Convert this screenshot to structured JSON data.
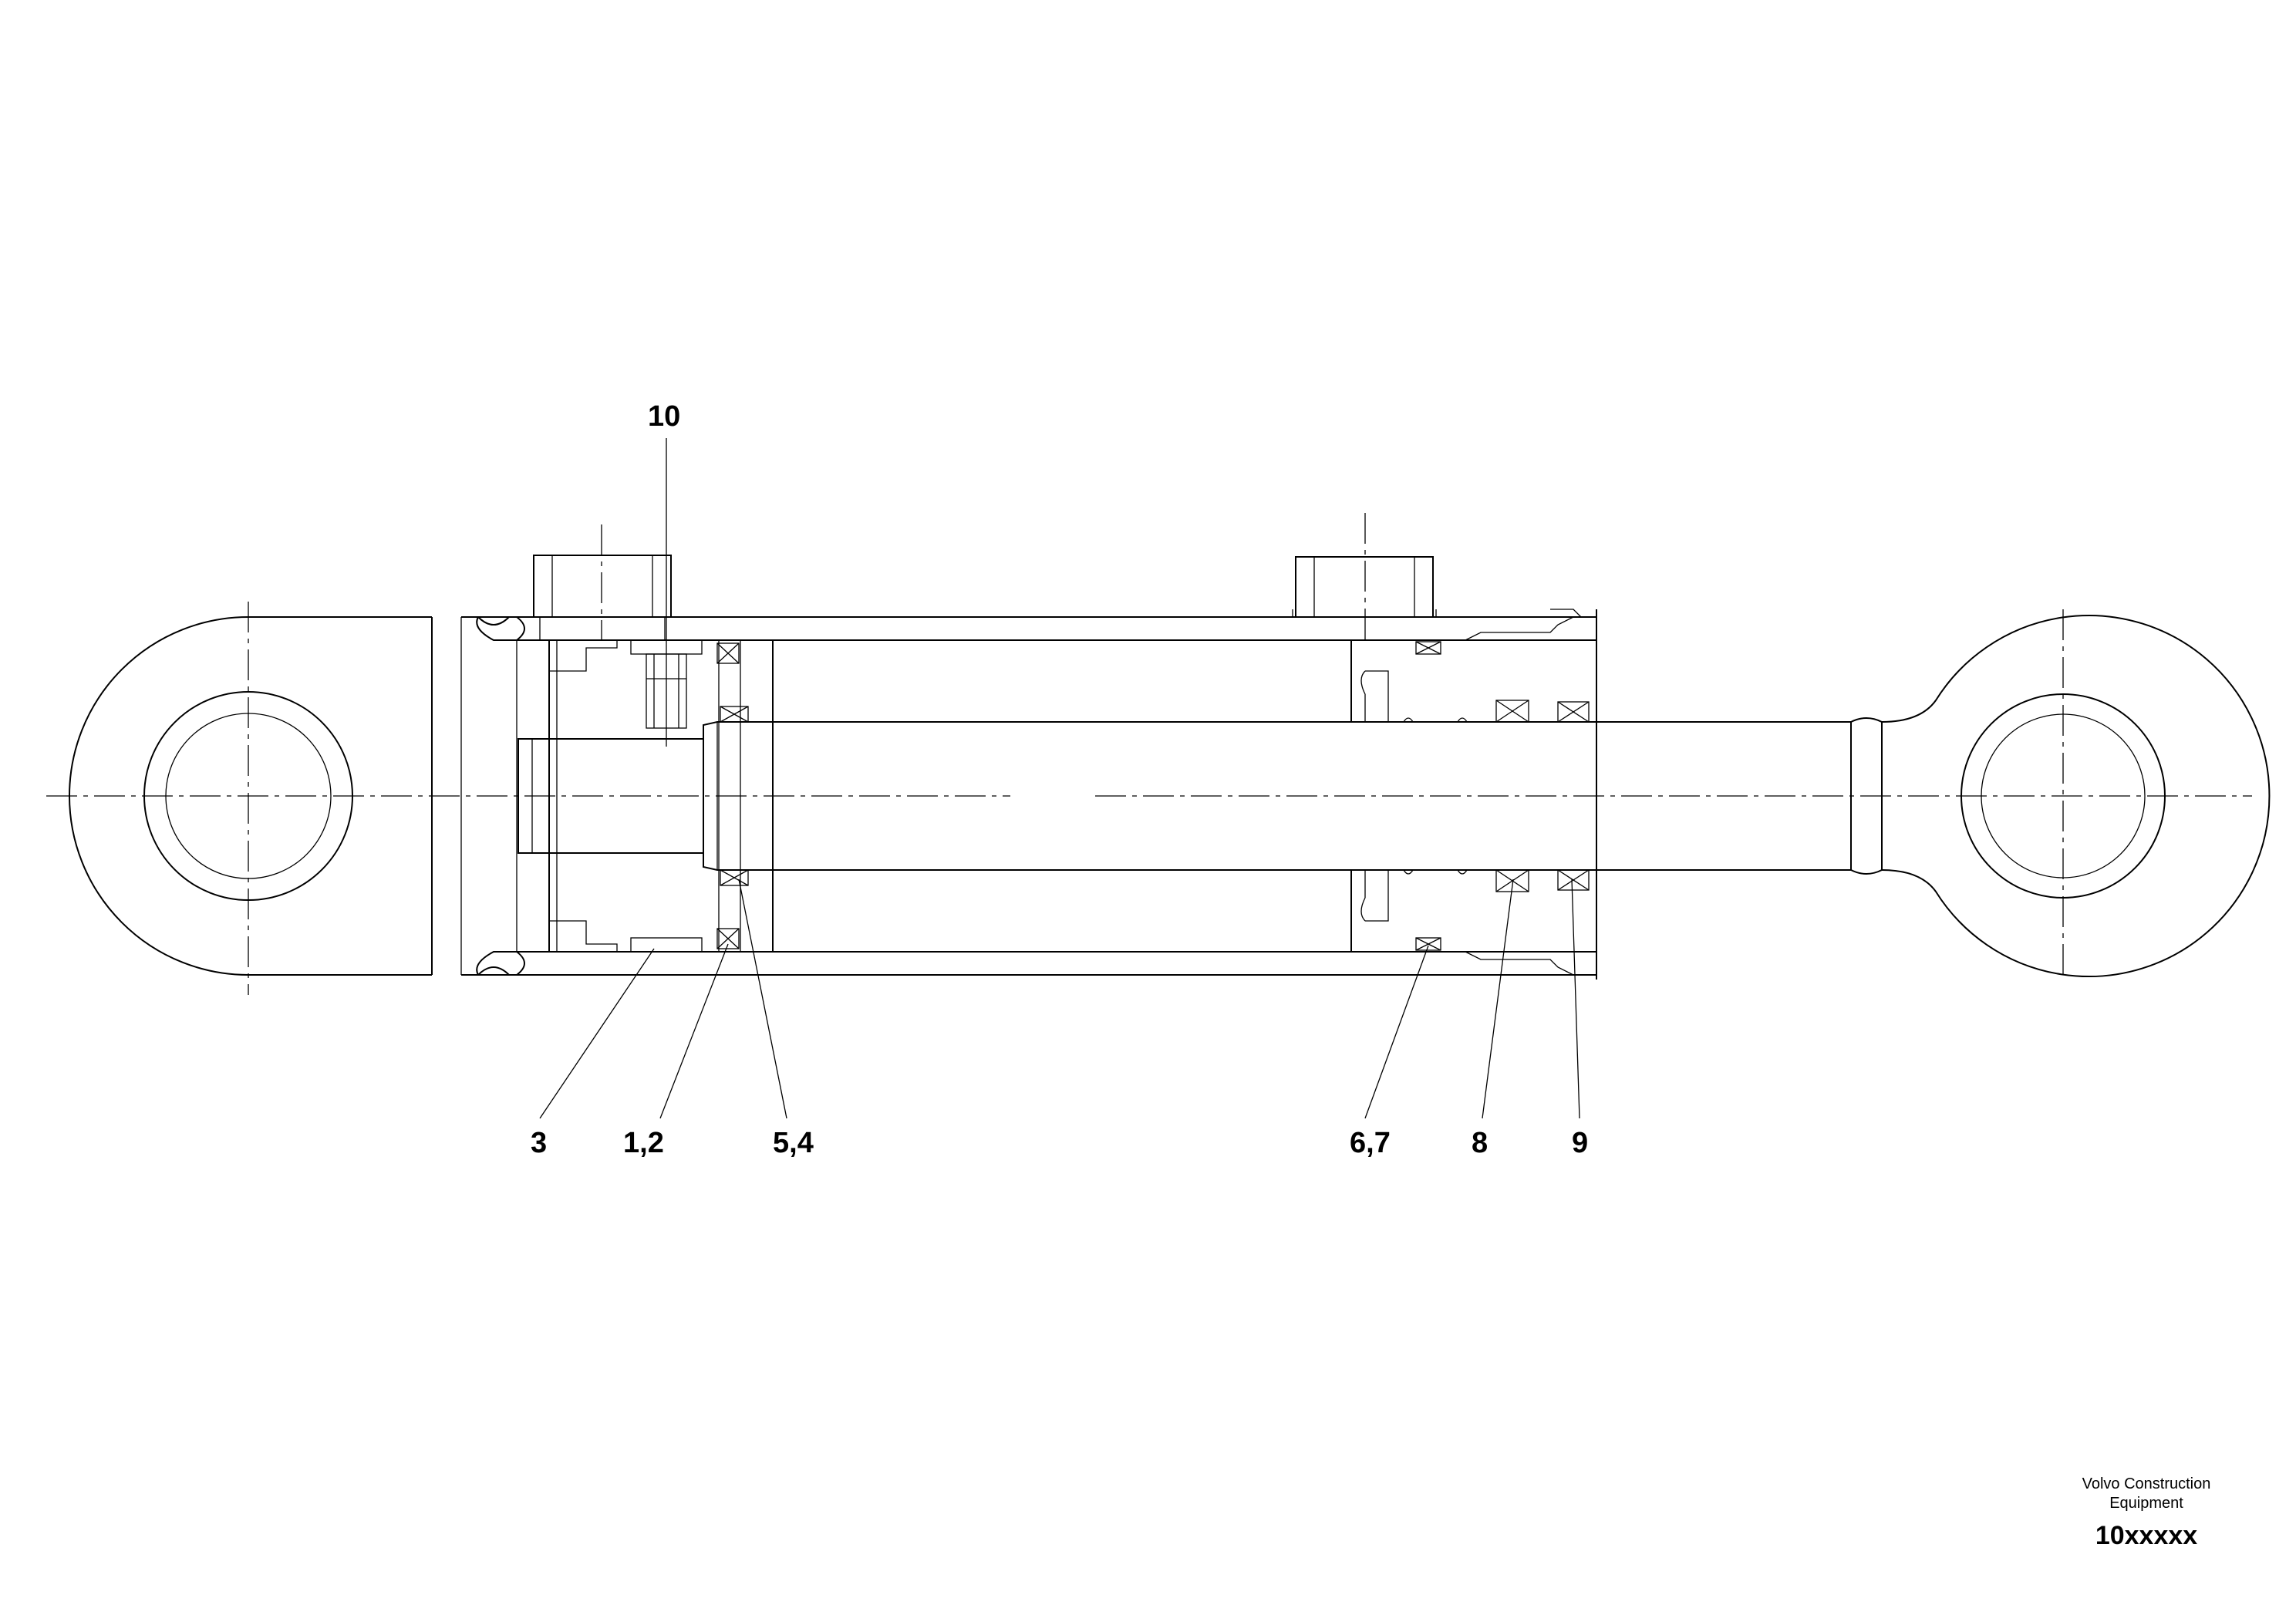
{
  "callouts": {
    "c10": "10",
    "c3": "3",
    "c12": "1,2",
    "c54": "5,4",
    "c67": "6,7",
    "c8": "8",
    "c9": "9"
  },
  "title_block": {
    "company_line1": "Volvo Construction",
    "company_line2": "Equipment",
    "drawing_number": "10xxxxx"
  }
}
